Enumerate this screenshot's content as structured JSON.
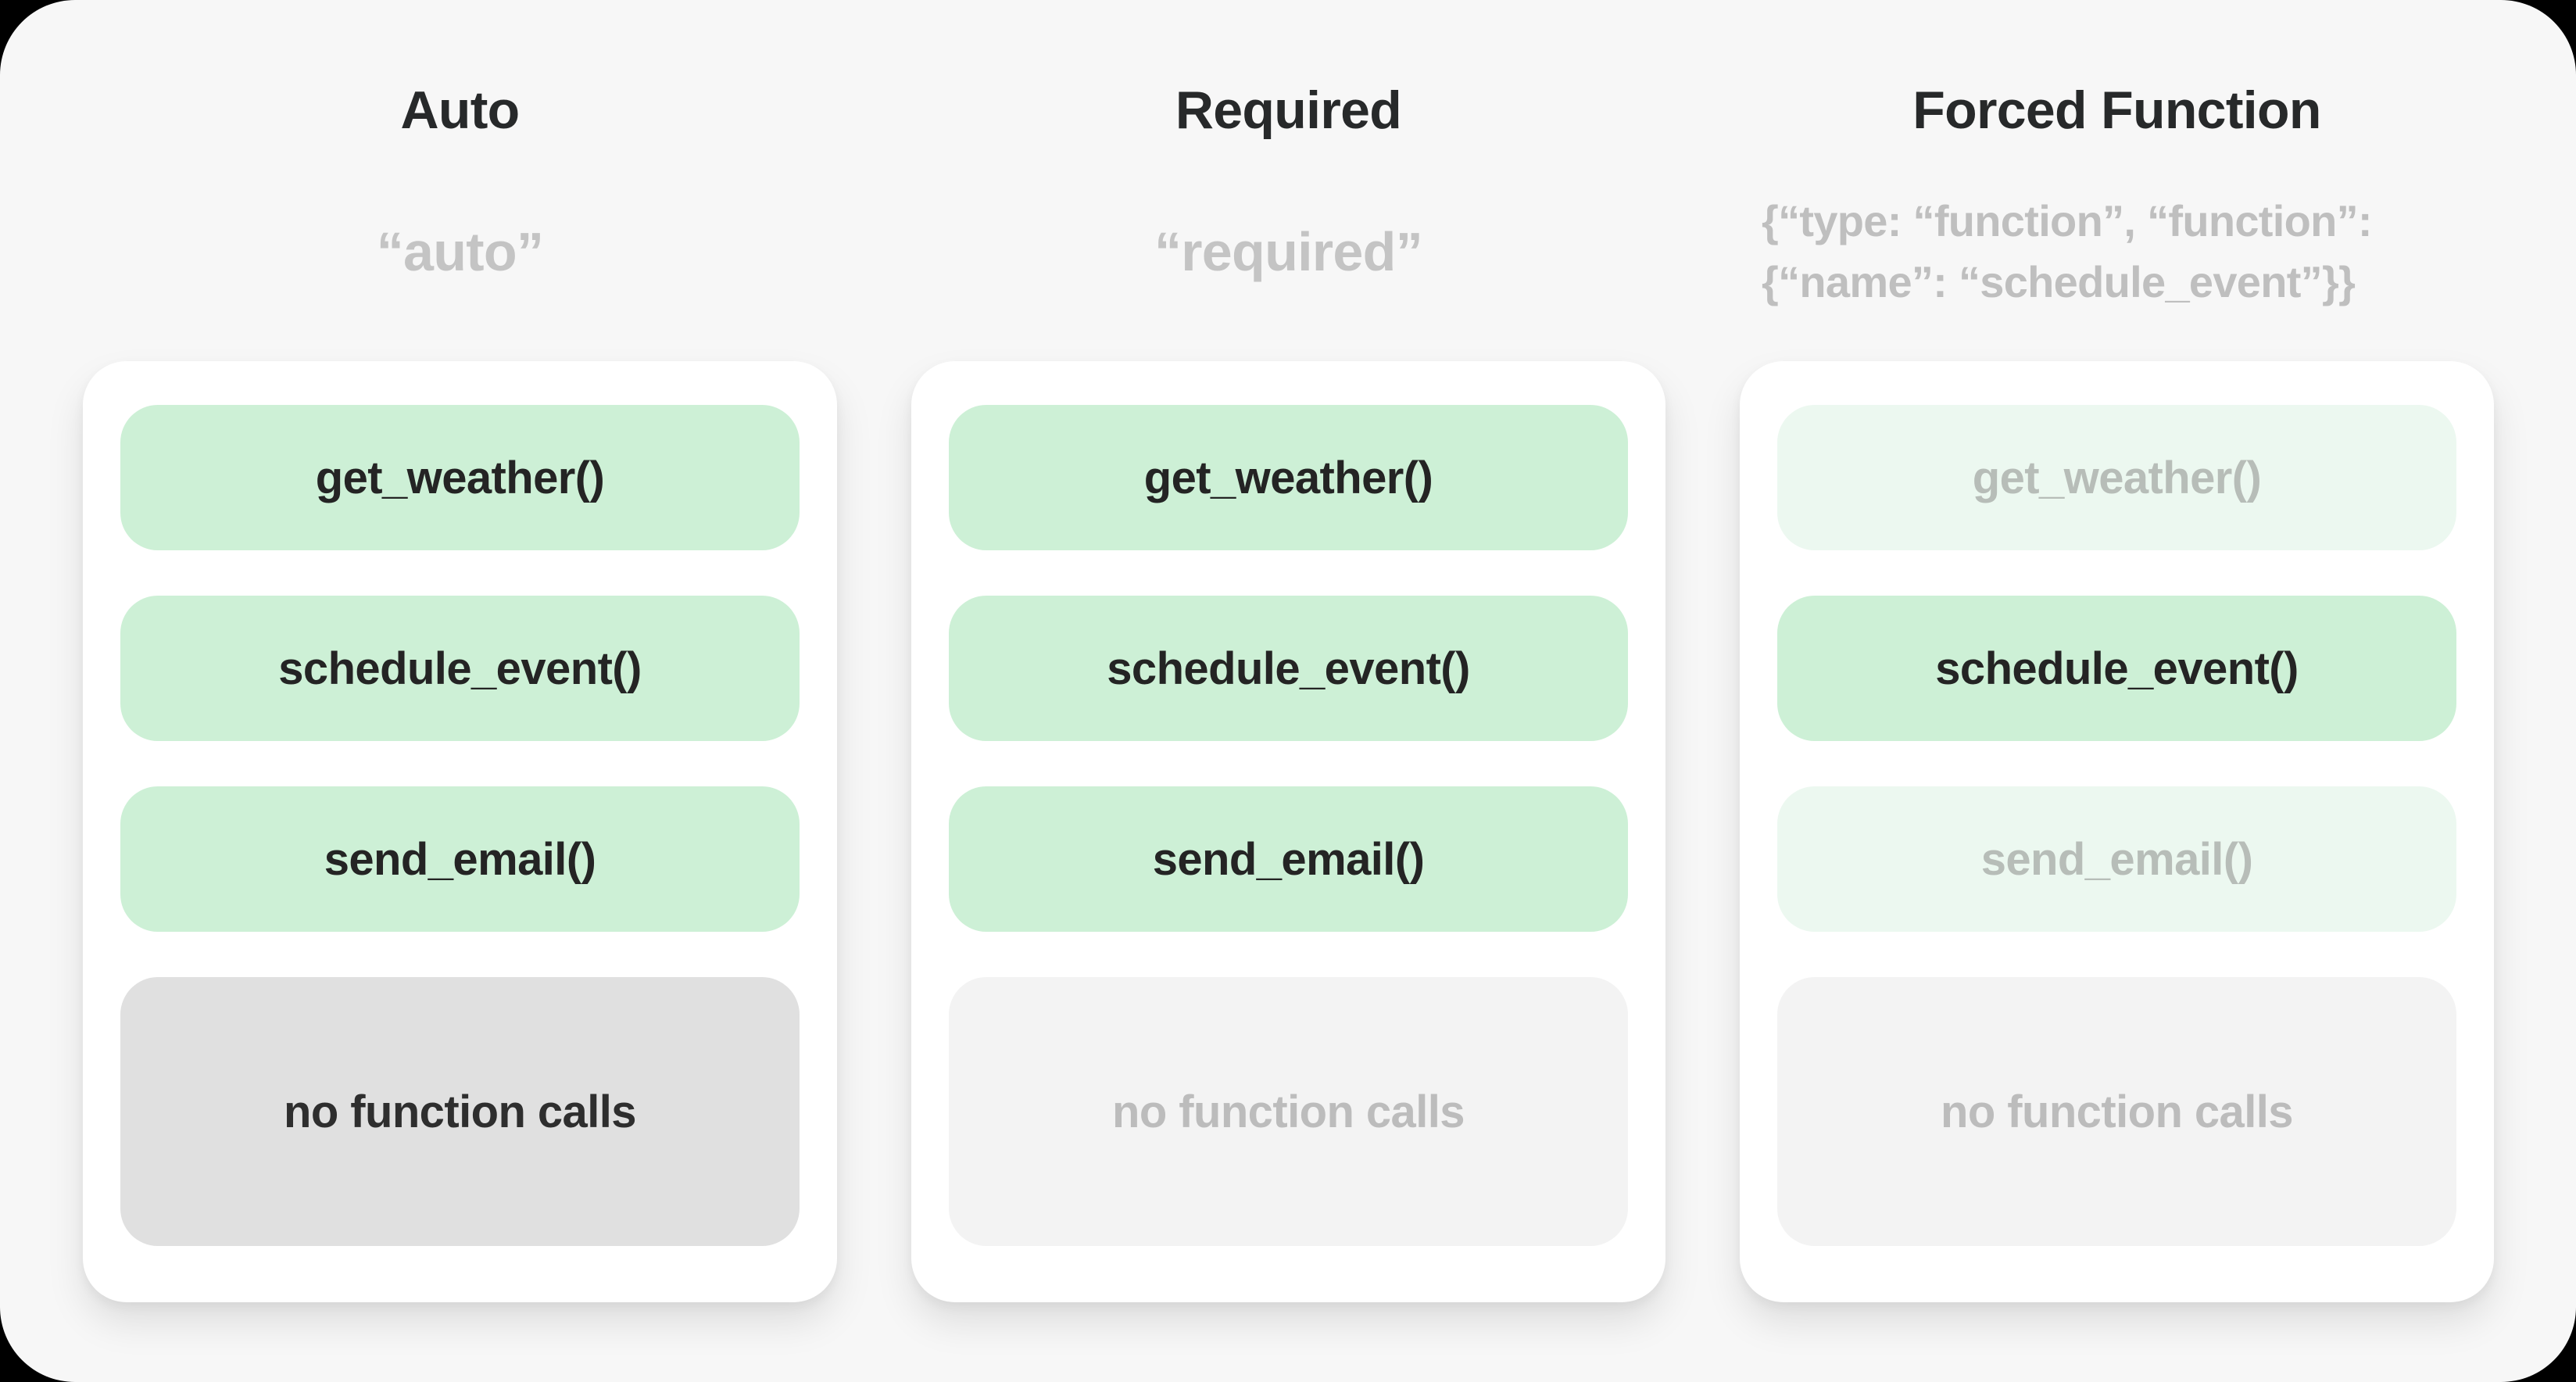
{
  "figure": {
    "background": "#000000",
    "panel_bg": "#f7f7f7",
    "card_bg": "#ffffff",
    "accent_green": "#cdf0d6",
    "accent_green_muted": "#ecf8f0",
    "neutral_gray": "#e0e0e0",
    "neutral_gray_muted": "#f3f3f3",
    "title_color": "#27292a",
    "subtitle_color": "#c4c4c4"
  },
  "columns": [
    {
      "id": "auto",
      "title": "Auto",
      "subtitle_lines": [
        "“auto”"
      ],
      "buttons": [
        {
          "label": "get_weather()",
          "state": "available"
        },
        {
          "label": "schedule_event()",
          "state": "available"
        },
        {
          "label": "send_email()",
          "state": "available"
        },
        {
          "label": "no function calls",
          "state": "allowed"
        }
      ]
    },
    {
      "id": "required",
      "title": "Required",
      "subtitle_lines": [
        "“required”"
      ],
      "buttons": [
        {
          "label": "get_weather()",
          "state": "available"
        },
        {
          "label": "schedule_event()",
          "state": "available"
        },
        {
          "label": "send_email()",
          "state": "available"
        },
        {
          "label": "no function calls",
          "state": "not-allowed"
        }
      ]
    },
    {
      "id": "forced-function",
      "title": "Forced Function",
      "subtitle_lines": [
        "{“type: “function”, “function”:",
        "{“name”: “schedule_event”}}"
      ],
      "buttons": [
        {
          "label": "get_weather()",
          "state": "not-callable"
        },
        {
          "label": "schedule_event()",
          "state": "forced"
        },
        {
          "label": "send_email()",
          "state": "not-callable"
        },
        {
          "label": "no function calls",
          "state": "not-allowed"
        }
      ]
    }
  ]
}
